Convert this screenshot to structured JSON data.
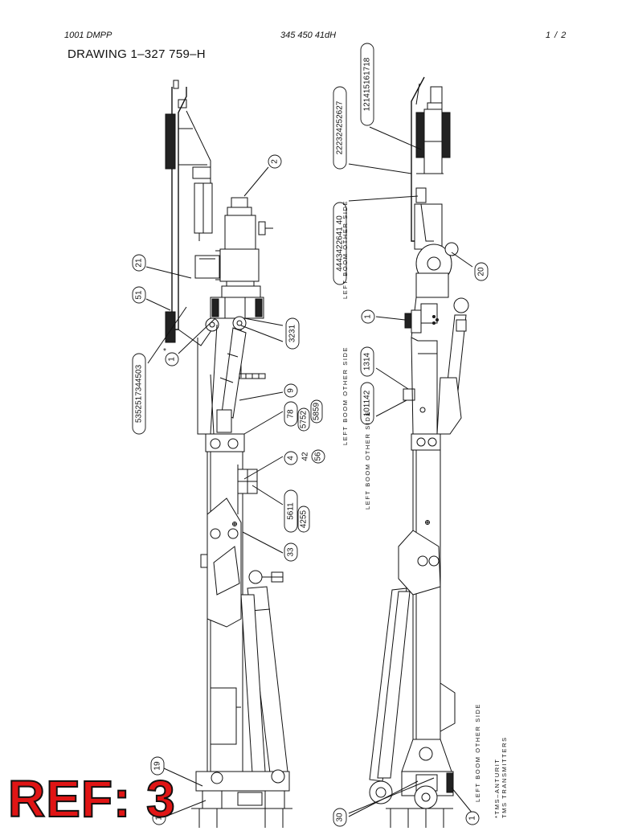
{
  "header": {
    "left": "1001 DMPP",
    "center": "345 450 41dH",
    "right": "1 /  2"
  },
  "title": "DRAWING 1–327 759–H",
  "callouts_left": [
    {
      "id": "c2",
      "label": "2"
    },
    {
      "id": "c21",
      "label": "21"
    },
    {
      "id": "c51",
      "label": "51"
    },
    {
      "id": "c-group-a",
      "label": "5352517344503"
    },
    {
      "id": "c1a",
      "label": "1"
    },
    {
      "id": "c3231",
      "label": "3231"
    },
    {
      "id": "c9",
      "label": "9"
    },
    {
      "id": "c78",
      "label": "78"
    },
    {
      "id": "c5752",
      "label": "5752"
    },
    {
      "id": "c5859",
      "label": "5859"
    },
    {
      "id": "c4",
      "label": "4"
    },
    {
      "id": "c42a",
      "label": "42"
    },
    {
      "id": "c56",
      "label": "56"
    },
    {
      "id": "c5611",
      "label": "5611"
    },
    {
      "id": "c4255",
      "label": "4255"
    },
    {
      "id": "c33",
      "label": "33"
    },
    {
      "id": "c19",
      "label": "19"
    },
    {
      "id": "c1b",
      "label": "1"
    }
  ],
  "callouts_right": [
    {
      "id": "r-top",
      "label": "121415161718"
    },
    {
      "id": "r-mid",
      "label": "222324252627"
    },
    {
      "id": "r-low",
      "label": "4443422641 40"
    },
    {
      "id": "r20",
      "label": "20"
    },
    {
      "id": "r1",
      "label": "1"
    },
    {
      "id": "r1314",
      "label": "1314"
    },
    {
      "id": "r101142",
      "label": "101142"
    },
    {
      "id": "r30",
      "label": "30"
    },
    {
      "id": "r1b",
      "label": "1"
    }
  ],
  "side_notes": {
    "note_a": "LEFT BOOM OTHER SIDE",
    "note_b": "LEFT BOOM OTHER SIDE",
    "note_c": "LEFT BOOM OTHER SIDE",
    "note_d": "LEFT BOOM OTHER SIDE",
    "tms_1": "*TMS–ANTURIT",
    "tms_2": "TMS TRANSMITTERS"
  },
  "marks": {
    "star_a": "*",
    "star_b": "*"
  },
  "ref_label": "REF: 3",
  "colors": {
    "ref_fill": "#e01515",
    "line": "#111111"
  }
}
